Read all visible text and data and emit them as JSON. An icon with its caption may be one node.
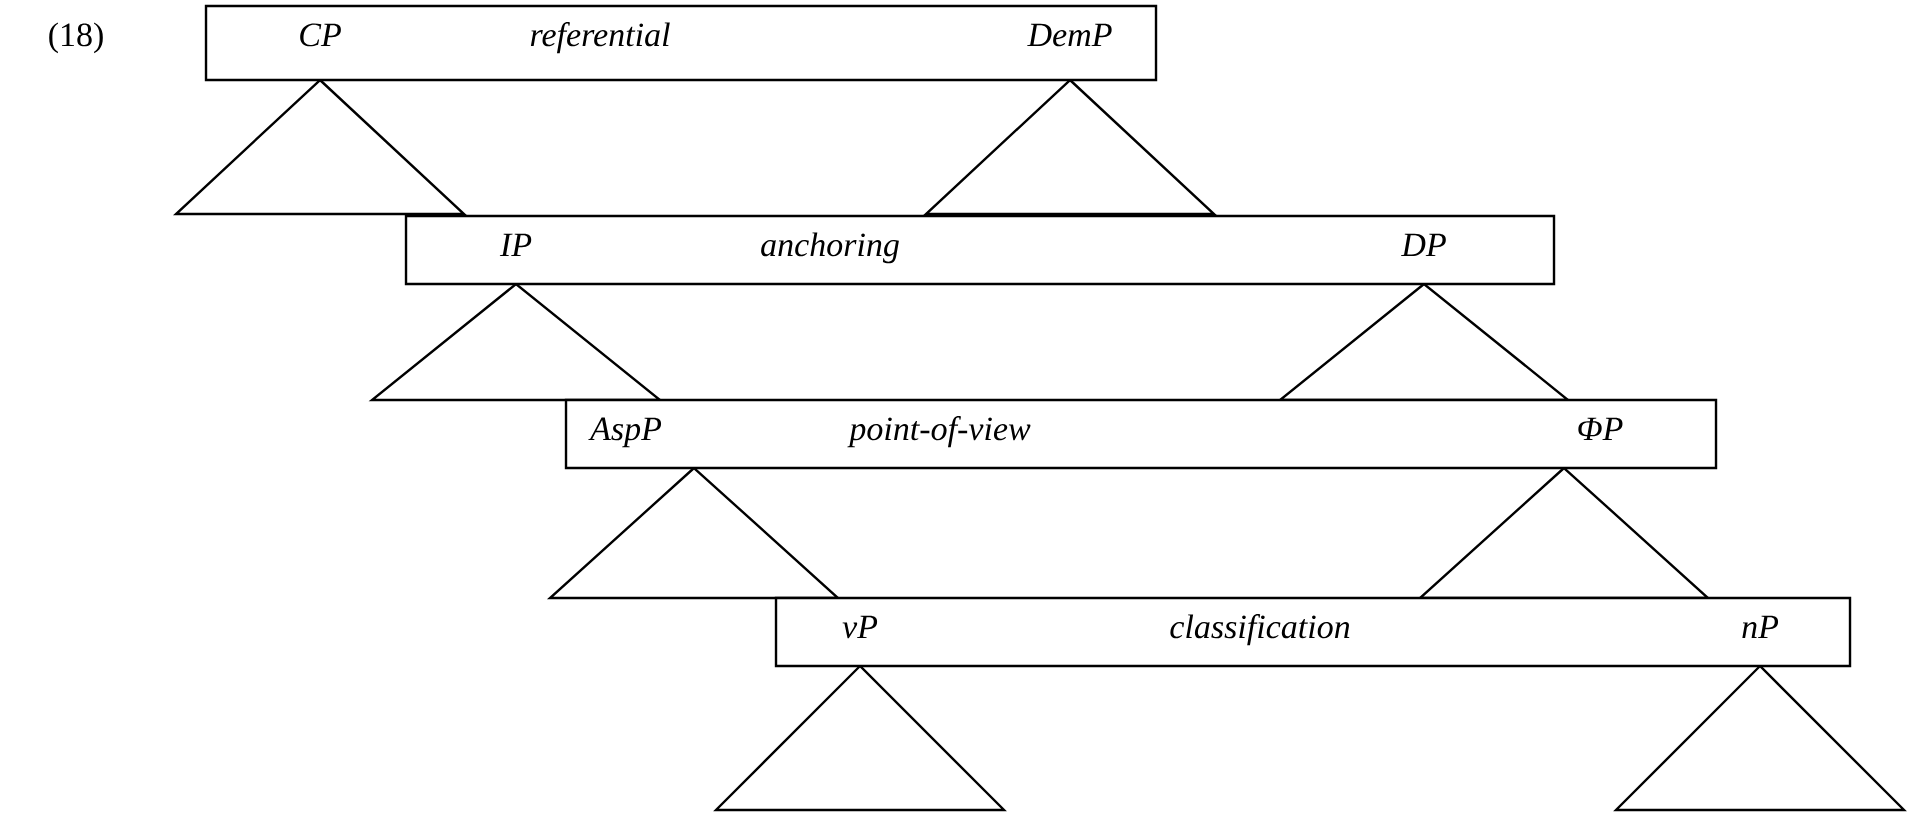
{
  "diagram": {
    "nodes": [
      {
        "text": [
          "CP",
          "referential",
          "DemP"
        ]
      },
      {
        "text": [],
        "shape": "triangle"
      },
      {
        "text": [],
        "shape": "triangle"
      },
      {
        "text": [
          "IP",
          "anchoring",
          "DP"
        ]
      },
      {
        "text": [],
        "shape": "triangle"
      },
      {
        "text": [],
        "shape": "triangle"
      },
      {
        "text": [
          "AspP",
          "point-of-view",
          "ΦP"
        ]
      },
      {
        "text": [],
        "shape": "triangle"
      },
      {
        "text": [],
        "shape": "triangle"
      },
      {
        "text": [
          "vP",
          "classification",
          "nP"
        ]
      },
      {
        "text": [],
        "shape": "triangle"
      },
      {
        "text": [],
        "shape": "triangle"
      }
    ],
    "labels": [
      "(18)"
    ]
  }
}
